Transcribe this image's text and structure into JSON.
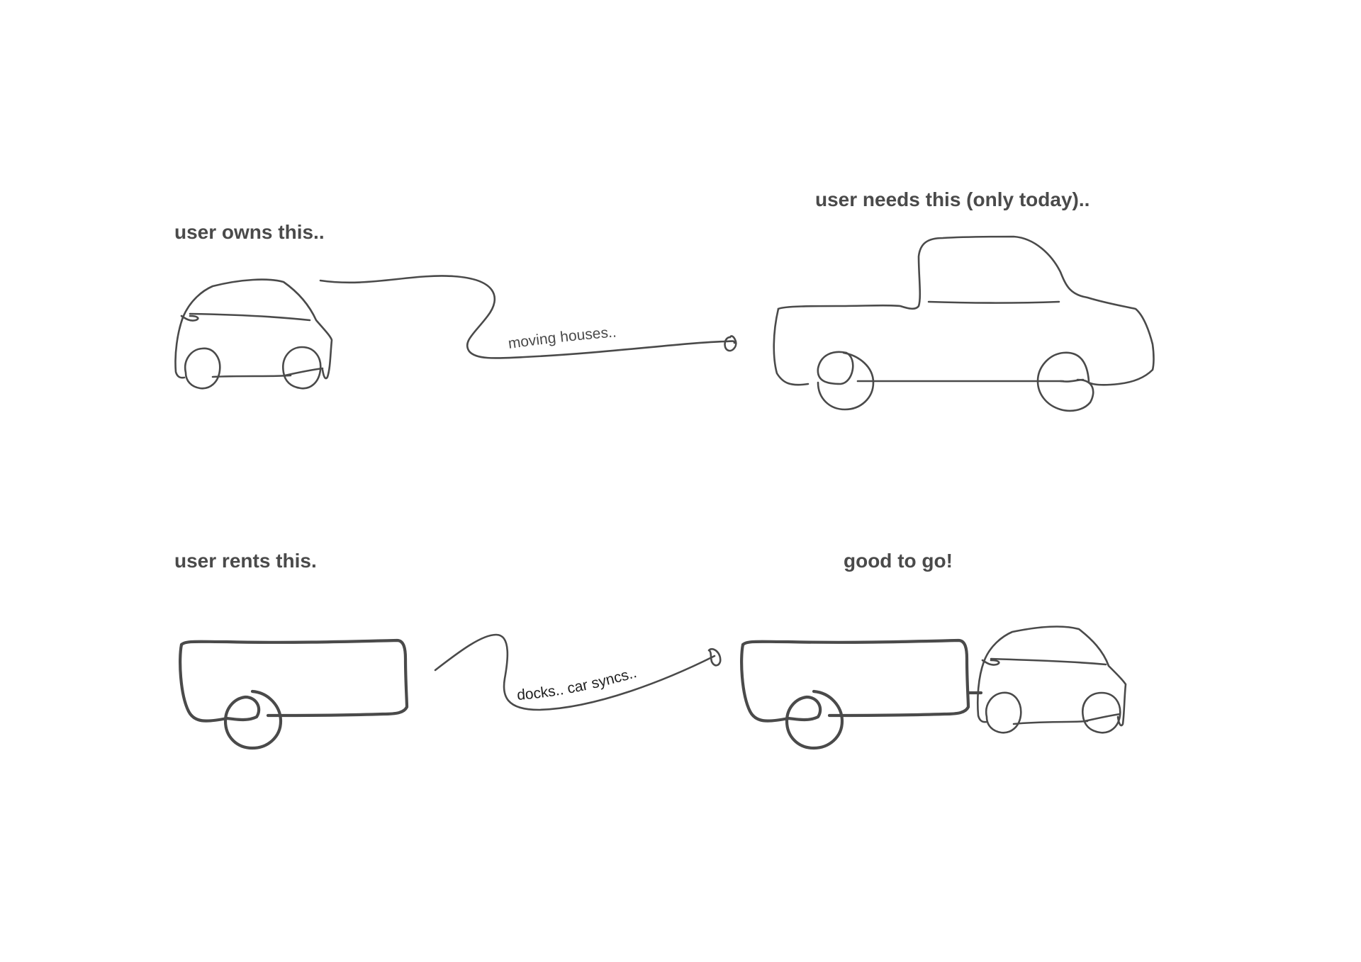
{
  "headings": {
    "owns": "user owns this..",
    "needs": "user needs this (only today)..",
    "rents": "user rents this.",
    "good": "good to go!"
  },
  "connectors": {
    "moving": "moving houses..",
    "docks": "docks.. car syncs.."
  },
  "icons": {
    "small_car": "small-car-icon",
    "pickup_truck": "pickup-truck-icon",
    "trailer": "trailer-icon",
    "car_with_trailer": "car-with-trailer-icon"
  },
  "colors": {
    "stroke": "#4a4a4a",
    "text": "#4a4a4a",
    "background": "#ffffff"
  }
}
